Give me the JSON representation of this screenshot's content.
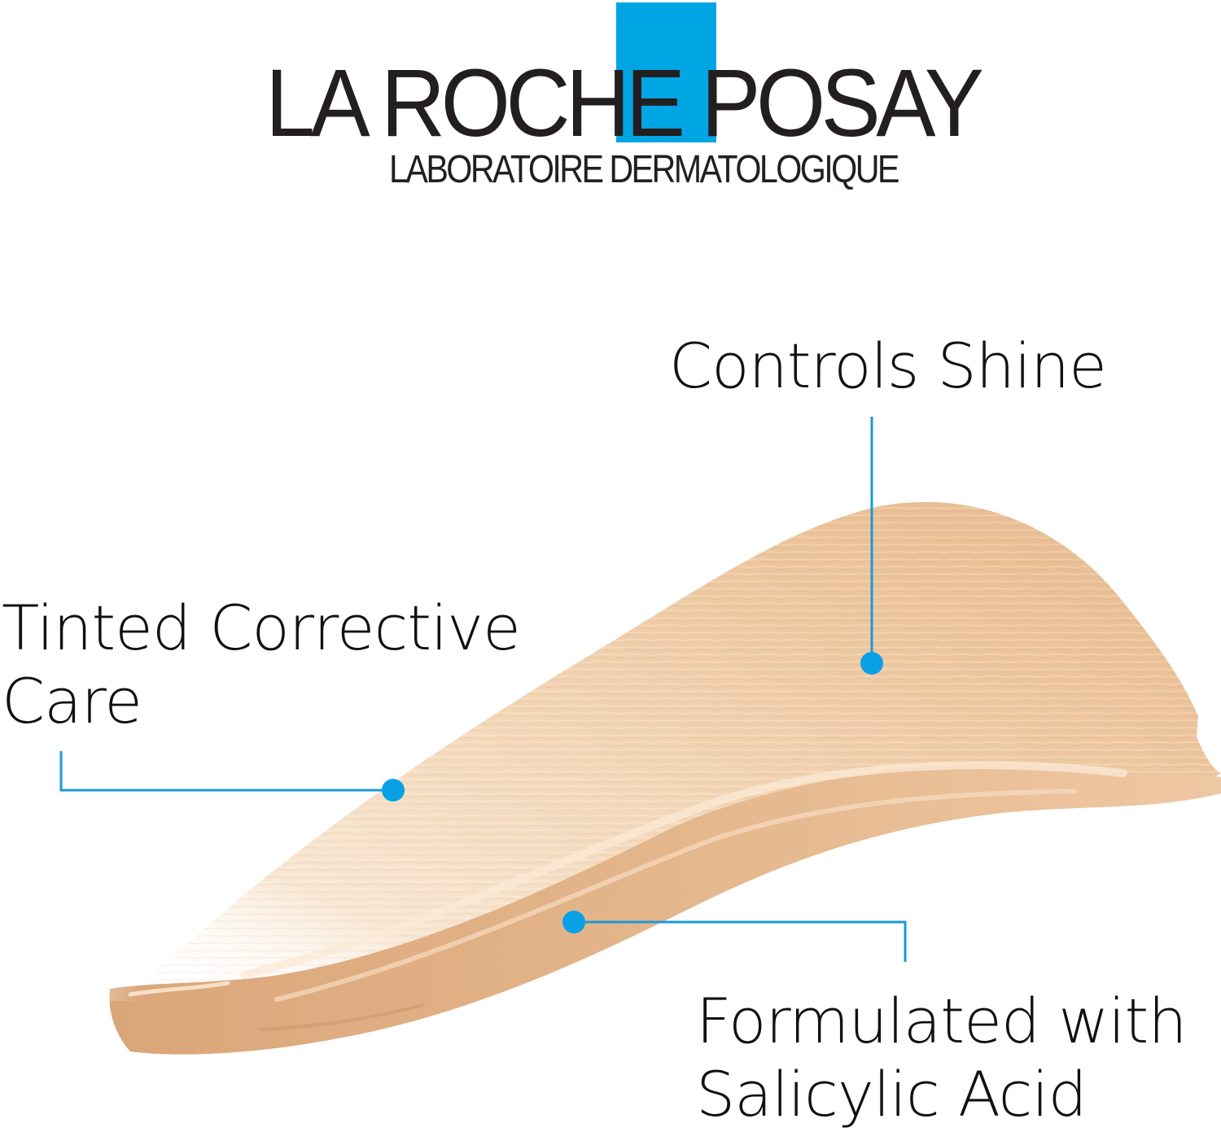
{
  "brand": {
    "name_part1": "LA ROCHE",
    "name_part2": "POSAY",
    "tagline": "LABORATOIRE DERMATOLOGIQUE",
    "accent_color": "#00a6e4",
    "text_color": "#231f20"
  },
  "product_swatch": {
    "description": "tinted cream texture swatch",
    "colors": {
      "light": "#f7e3cc",
      "mid": "#ecc6a0",
      "dark": "#d9a67a"
    }
  },
  "callouts": [
    {
      "id": "shine",
      "lines": [
        "Controls Shine"
      ]
    },
    {
      "id": "tinted",
      "lines": [
        "Tinted Corrective",
        "Care"
      ]
    },
    {
      "id": "formula",
      "lines": [
        "Formulated with",
        "Salicylic Acid"
      ]
    }
  ],
  "leader_color": "#1a9ad6"
}
